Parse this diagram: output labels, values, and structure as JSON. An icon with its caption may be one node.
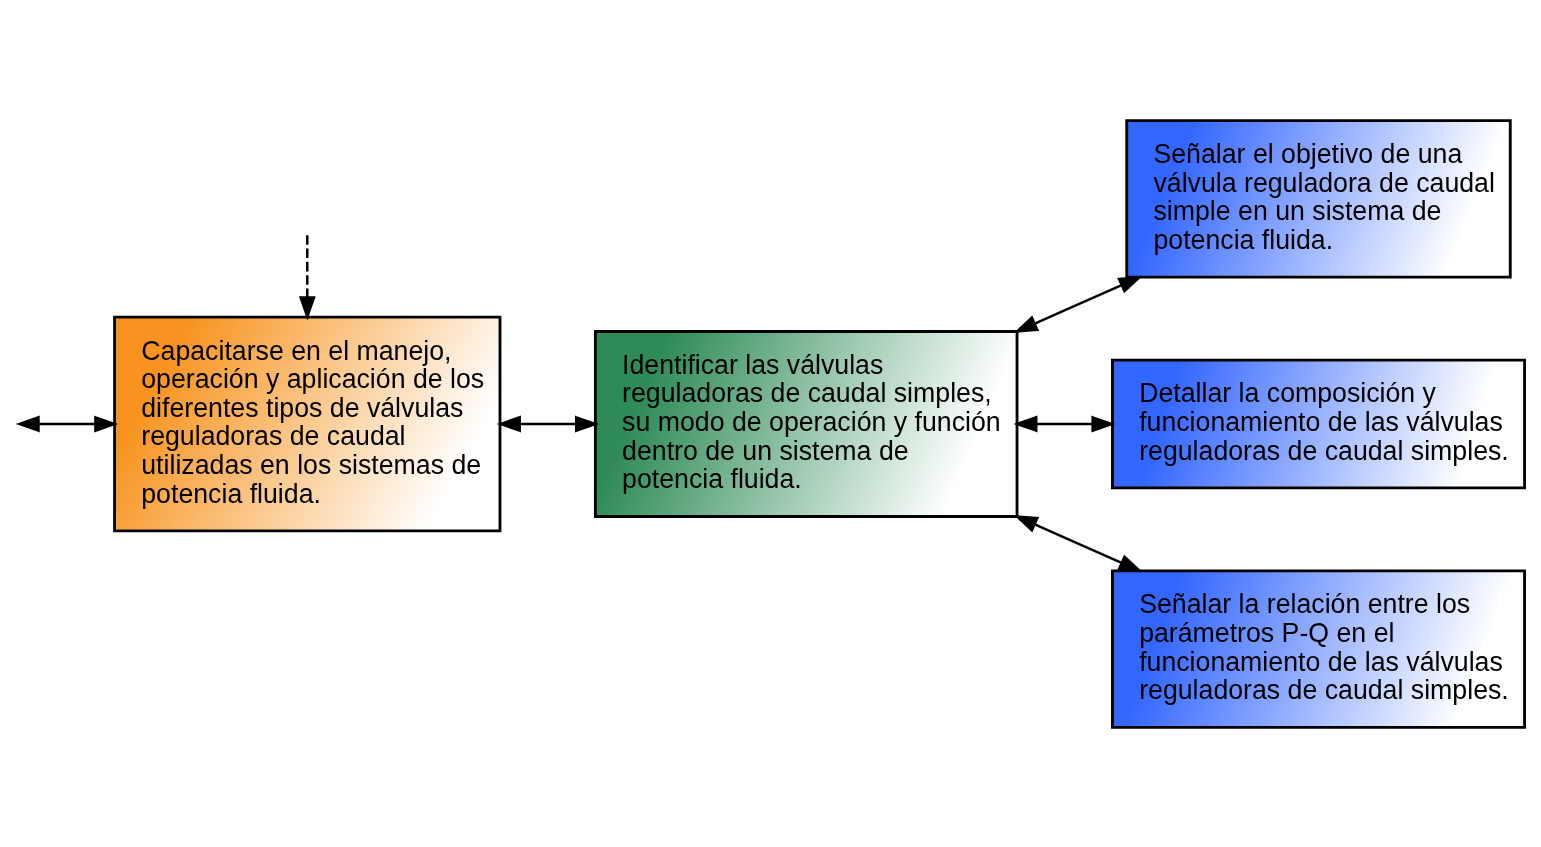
{
  "diagram": {
    "nodes": [
      {
        "text": [
          "Capacitarse en el manejo, operación y aplicación de los diferentes tipos de válvulas reguladoras de caudal utilizadas en los sistemas de potencia fluida."
        ]
      },
      {
        "text": [
          "Identificar las válvulas reguladoras de caudal simples, su modo de operación y función dentro de un sistema de potencia fluida."
        ]
      },
      {
        "text": [
          "Señalar el objetivo de una válvula reguladora de caudal simple en un sistema de potencia fluida."
        ]
      },
      {
        "text": [
          "Detallar la composición y funcionamiento de las válvulas reguladoras de caudal simples."
        ]
      },
      {
        "text": [
          "Señalar la relación entre los parámetros P-Q en el funcionamiento de las válvulas reguladoras de caudal simples."
        ]
      }
    ],
    "edges": [
      {
        "from": null,
        "to": 0,
        "arrow": "to",
        "style": "dashed"
      },
      {
        "from": 0,
        "to": 1,
        "arrow": "both"
      },
      {
        "from": 1,
        "to": 2,
        "arrow": "both"
      },
      {
        "from": 1,
        "to": 3,
        "arrow": "both"
      },
      {
        "from": 1,
        "to": 4,
        "arrow": "both"
      },
      {
        "from": null,
        "to": 0,
        "arrow": "both"
      }
    ]
  }
}
